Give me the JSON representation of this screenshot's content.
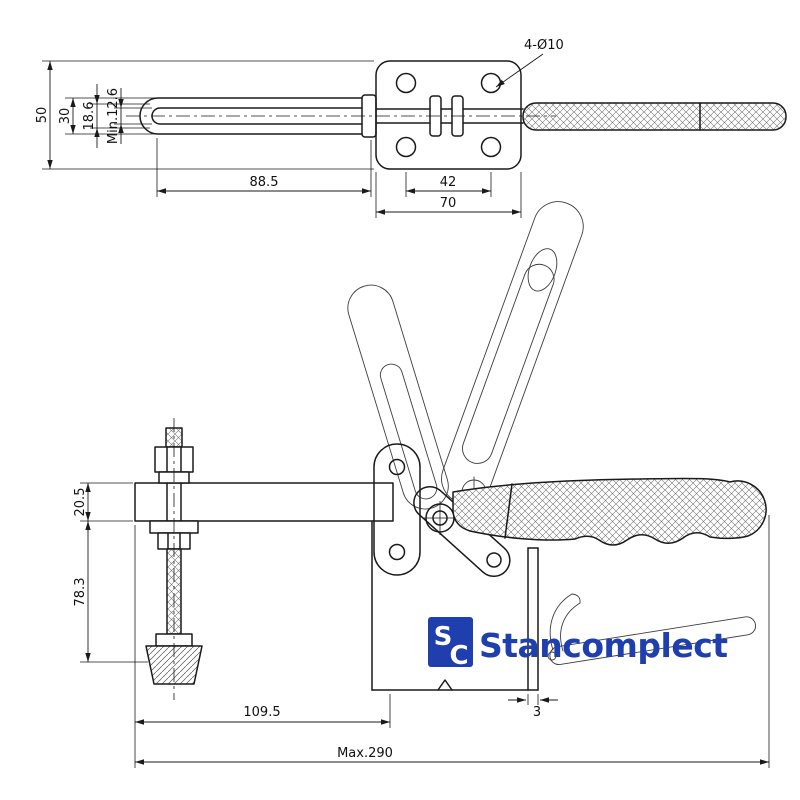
{
  "drawing": {
    "line_color": "#1a1a1a",
    "top_view": {
      "hole_callout": "4-Ø10",
      "dim_base_height": "50",
      "dim_bar_outer_width": "30",
      "dim_bar_centers": "18.6",
      "dim_min_opening": "Min.12.6",
      "dim_bar_length": "88.5",
      "dim_hole_spacing": "42",
      "dim_base_width": "70"
    },
    "side_view": {
      "dim_arm_height": "20.5",
      "dim_spindle_drop": "78.3",
      "dim_base_length": "109.5",
      "dim_plate_thickness": "3",
      "dim_overall_max": "Max.290"
    },
    "logo": {
      "blue": "#1f3fae",
      "monogram_s": "S",
      "monogram_c": "C",
      "wordmark": "Stancomplect"
    }
  }
}
